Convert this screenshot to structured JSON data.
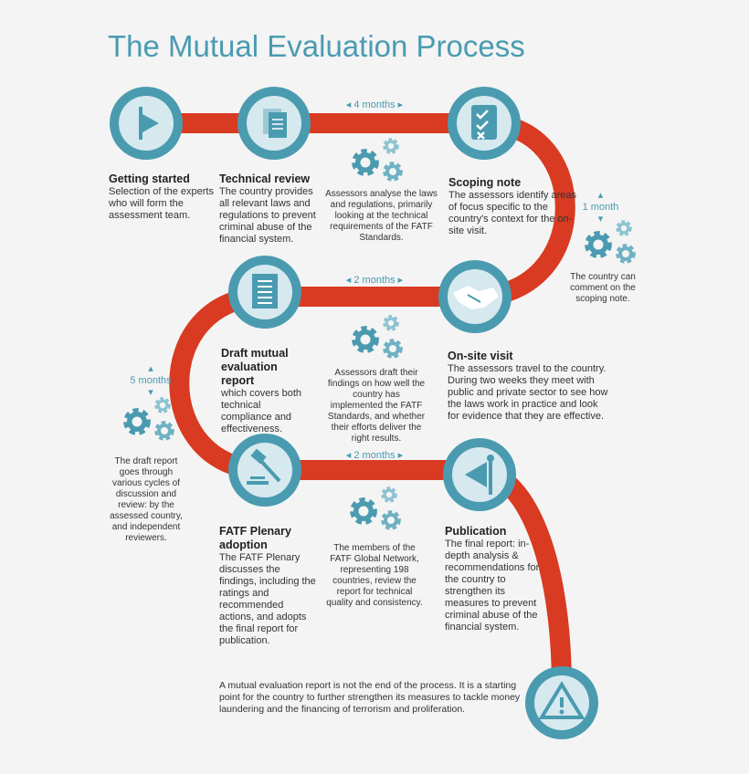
{
  "title": "The Mutual Evaluation Process",
  "colors": {
    "teal": "#4a9bb0",
    "red": "#d93a22",
    "light": "#d6e9ef"
  },
  "steps": [
    {
      "title": "Getting started",
      "text": "Selection of the experts who will form the assessment team.",
      "icon": "flag-icon"
    },
    {
      "title": "Technical review",
      "text": "The country provides all relevant laws and regulations to prevent criminal abuse of the financial system.",
      "icon": "documents-icon"
    },
    {
      "title": "Scoping note",
      "text": "The assessors identify areas of focus specific to the country's context for the on-site visit.",
      "icon": "checklist-icon"
    },
    {
      "title": "On-site visit",
      "text": "The assessors travel to the country. During two weeks they meet with public and private sector to see how the laws work in practice and look for evidence that they are effective.",
      "icon": "handshake-icon"
    },
    {
      "title": "Draft mutual evaluation report",
      "text": "which covers both technical compliance and effectiveness.",
      "icon": "report-icon"
    },
    {
      "title": "FATF Plenary adoption",
      "text": "The FATF Plenary discusses the findings, including the ratings and recommended actions, and adopts the final report for publication.",
      "icon": "gavel-icon"
    },
    {
      "title": "Publication",
      "text": "The final report: in-depth analysis & recommendations for the country to strengthen its measures to prevent criminal abuse of the financial system.",
      "icon": "megaphone-icon"
    }
  ],
  "durations": {
    "d1": "4 months",
    "d2": "1 month",
    "d3": "2 months",
    "d4": "5 months",
    "d5": "2 months"
  },
  "notes": {
    "n1": "Assessors analyse the laws and regulations, primarily looking at the technical requirements of the FATF Standards.",
    "n2": "The country can comment on the scoping note.",
    "n3": "Assessors draft their findings on how well the country has implemented the FATF Standards, and whether their efforts deliver the right results.",
    "n4": "The draft report goes through various cycles of discussion and review: by the assessed country, and independent reviewers.",
    "n5": "The members of the FATF Global Network, representing 198 countries, review the report for technical quality and consistency."
  },
  "footer": "A mutual evaluation report is not the end of the process. It is a starting point for the country to further strengthen its measures to tackle money laundering and the financing of terrorism and proliferation."
}
